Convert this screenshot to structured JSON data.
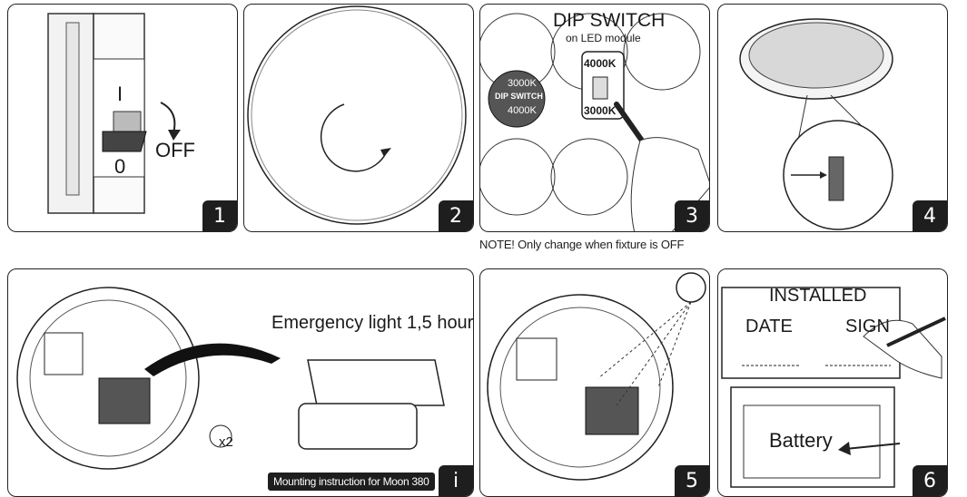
{
  "steps": [
    {
      "id": "1",
      "badge": "1",
      "labels": {
        "on": "I",
        "off_symbol": "0",
        "off": "OFF"
      }
    },
    {
      "id": "2",
      "badge": "2"
    },
    {
      "id": "3",
      "badge": "3",
      "title": "DIP SWITCH",
      "subtitle": "on LED module",
      "dial": {
        "top": "3000K",
        "mid": "DIP SWITCH",
        "bottom": "4000K"
      },
      "switch": {
        "top": "4000K",
        "bottom": "3000K"
      }
    },
    {
      "id": "4",
      "badge": "4"
    },
    {
      "id": "i",
      "badge": "i",
      "title": "Emergency light 1,5 hour",
      "screw_count": "x2",
      "footer": "Mounting instruction for Moon 380"
    },
    {
      "id": "5",
      "badge": "5"
    },
    {
      "id": "6",
      "badge": "6",
      "label": {
        "title": "INSTALLED",
        "date": "DATE",
        "sign": "SIGN"
      },
      "battery": "Battery"
    }
  ],
  "note": "NOTE! Only change when fixture is OFF"
}
